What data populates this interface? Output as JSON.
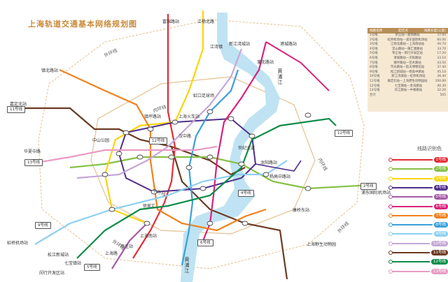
{
  "title": "上海轨道交通基本网络规划图",
  "colors": {
    "l1": "#e32d36",
    "l2": "#86c044",
    "l3": "#fad50b",
    "l4": "#4f2f8b",
    "l5": "#a35ca6",
    "l6": "#d9227c",
    "l7": "#f0811d",
    "l8": "#3aa0db",
    "l9": "#8fcff0",
    "l10": "#c5a7d6",
    "l11": "#6b3b23",
    "l12": "#0e8c4a",
    "l13": "#e89cc2",
    "river": "#bfe3f3",
    "ring": "#e8c9a0"
  },
  "river_labels": [
    "黄浦江",
    "黄浦江"
  ],
  "ring_labels": [
    "外环线",
    "内环线",
    "中环线",
    "内环线",
    "外环线",
    "外环线"
  ],
  "stations": {
    "fujinlu": "富锦路站",
    "jiangyangbei": "江杨北路",
    "jiangwanzhen": "江湾镇",
    "xinjiangwancheng": "新江湾城站",
    "gangchenglu": "港城路站",
    "pujiaolu": "蒲北路站",
    "zhenbeilu": "镇北路站",
    "jiadingbei": "嘉定北站",
    "zhenping": "镇坪路站",
    "huaxianglu": "华夏中路",
    "shanghaizhan": "上海火车站",
    "hongqiaojichang": "虹桥机场站",
    "xinzhuang": "莘庄站",
    "songjiangxincheng": "松江新城站",
    "qibao": "七宝镇站",
    "shanghainanzhan": "上海南站",
    "yanggao": "杨高中路站",
    "shanghaiyeyuan": "上海野生动物园",
    "pudongjichang": "浦东国际机场站",
    "kangqiaodong": "康桥东站",
    "zhongshangongyuan": "中山公园",
    "xujiahui": "徐家汇",
    "longyanglu": "龙阳路站",
    "shiji": "世纪大道",
    "hongkouzuqiu": "虹口足球场",
    "hanzhonglu": "汉中路",
    "shanghailu": "上海路",
    "mingzhu": "闵行开发区站"
  },
  "line_tags": {
    "l1": "1号线",
    "l2": "2号线",
    "l3": "3号线",
    "l4": "4号线",
    "l5": "5号线",
    "l6": "6号线",
    "l7": "7号线",
    "l8": "8号线",
    "l9": "9号线",
    "l10": "10号线",
    "l11": "11号线",
    "l12": "12号线",
    "l13": "13号线"
  },
  "table": {
    "headers": [
      "线路名称",
      "起讫点",
      "线路长度(公里)"
    ],
    "rows": [
      [
        "1号线",
        "莘庄站—富锦路站",
        "37.00"
      ],
      [
        "2号线",
        "虹桥机场站—浦东国际机场站",
        "60.00"
      ],
      [
        "3号线",
        "江杨北路站—上海南站站",
        "40.70"
      ],
      [
        "4号线",
        "宜山路站—蒲汇塘路站",
        "33.70"
      ],
      [
        "5号线",
        "莘庄站—闵行开发区站",
        "17.20"
      ],
      [
        "6号线",
        "港城路站—济阳路站",
        "33.10"
      ],
      [
        "7号线",
        "镇坪路站—花木路站",
        "43.50"
      ],
      [
        "8号线",
        "市光路站—航天博物馆站",
        "37.40"
      ],
      [
        "9号线",
        "松江新城站—杨高中路站",
        "45.10"
      ],
      [
        "10号线",
        "新江湾城站—虹桥机场站",
        "36.40"
      ],
      [
        "11号线",
        "嘉定北站—上海野生动物园站",
        "100.00"
      ],
      [
        "12号线",
        "七宝镇站—金海路站",
        "40.30"
      ],
      [
        "13号线",
        "华江路站—中春路站",
        "32.20"
      ],
      [
        "合计",
        "",
        "505"
      ]
    ]
  },
  "legend": {
    "title": "线路识别色",
    "items": [
      {
        "key": "l1",
        "tag": "1号线"
      },
      {
        "key": "l2",
        "tag": "2号线"
      },
      {
        "key": "l3",
        "tag": "3号线"
      },
      {
        "key": "l4",
        "tag": "4号线"
      },
      {
        "key": "l5",
        "tag": "5号线"
      },
      {
        "key": "l6",
        "tag": "6号线"
      },
      {
        "key": "l7",
        "tag": "7号线"
      },
      {
        "key": "l8",
        "tag": "8号线"
      },
      {
        "key": "l9",
        "tag": "9号线"
      },
      {
        "key": "l10",
        "tag": "10号线"
      },
      {
        "key": "l11",
        "tag": "11号线"
      },
      {
        "key": "l12",
        "tag": "12号线"
      },
      {
        "key": "l13",
        "tag": "13号线"
      }
    ]
  }
}
